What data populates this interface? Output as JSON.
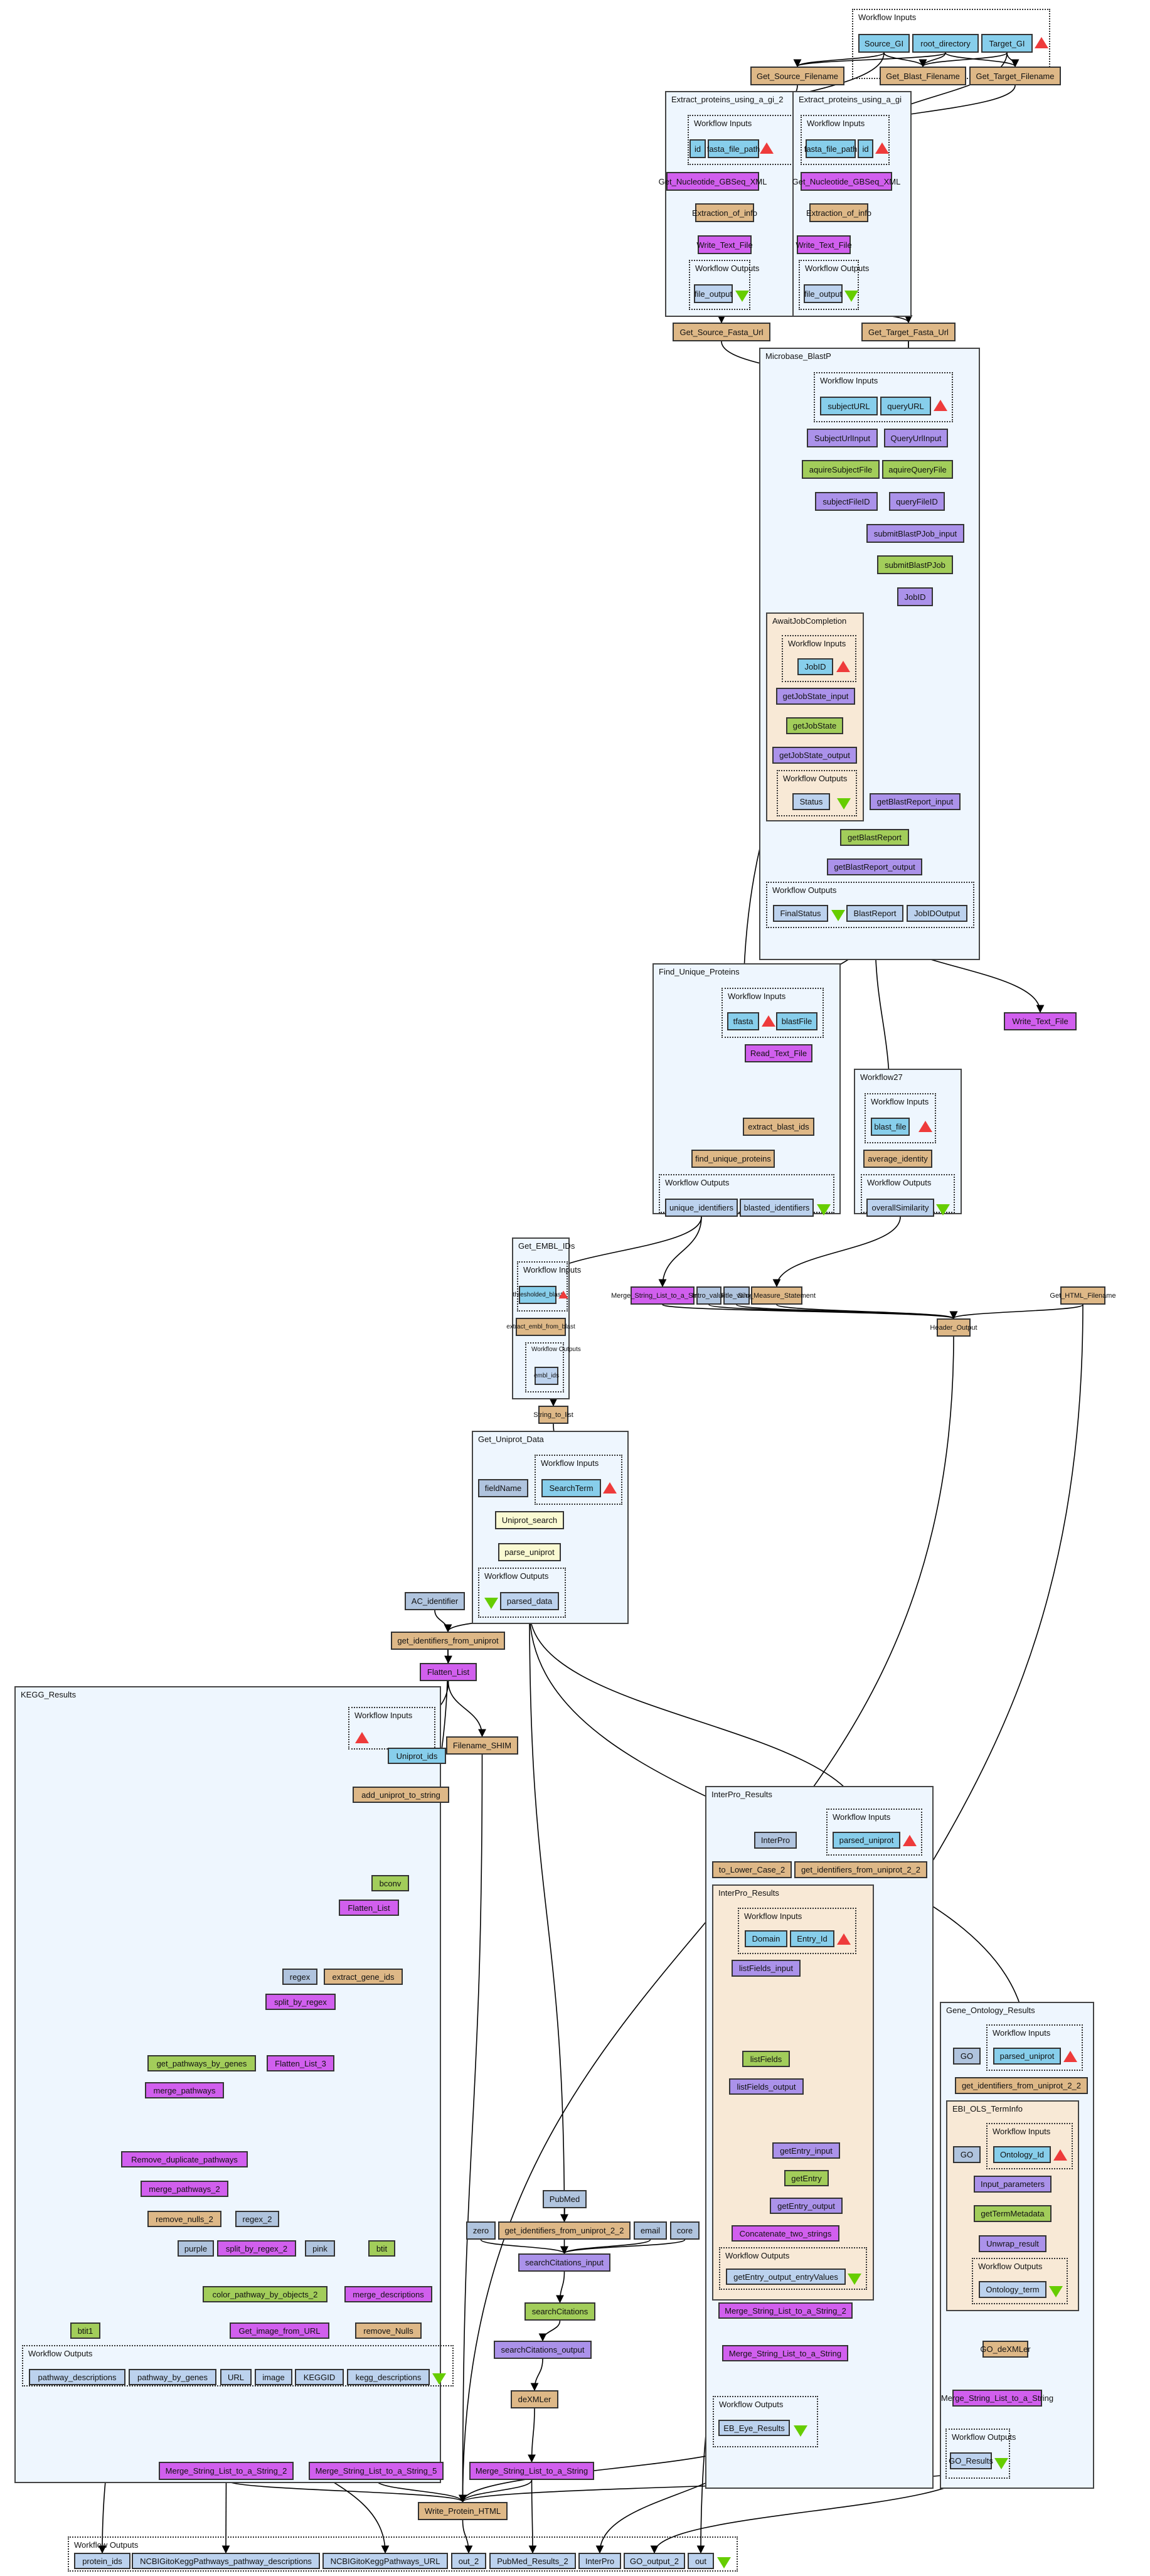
{
  "diagram": {
    "title": "Taverna workflow diagram",
    "labels": {
      "workflow_inputs": "Workflow Inputs",
      "workflow_outputs": "Workflow Outputs"
    },
    "colors": {
      "input_port": "#87ceeb",
      "output_port": "#bcd2ee",
      "constant": "#b0c4de",
      "beanshell": "#deb887",
      "local_worker": "#d15fee",
      "wsdl_service": "#a2cd5a",
      "xml_splitter": "#ab92ea",
      "soaplab": "#fafad2",
      "nested_workflow": "#eef6fe",
      "nested_subworkflow": "#f8e9d6",
      "input_marker": "#ee3b3b",
      "output_marker": "#66cd00"
    },
    "top_inputs": [
      "Source_GI",
      "root_directory",
      "Target_GI"
    ],
    "top_processors": [
      "Get_Source_Filename",
      "Get_Blast_Filename",
      "Get_Target_Filename"
    ],
    "clusters": {
      "extract2": {
        "title": "Extract_proteins_using_a_gi_2",
        "inputs": [
          "id",
          "fasta_file_path"
        ],
        "processors": [
          "Get_Nucleotide_GBSeq_XML",
          "Extraction_of_info",
          "Write_Text_File"
        ],
        "outputs": [
          "file_output"
        ]
      },
      "extract1": {
        "title": "Extract_proteins_using_a_gi",
        "inputs": [
          "fasta_file_path",
          "id"
        ],
        "processors": [
          "Get_Nucleotide_GBSeq_XML",
          "Extraction_of_info",
          "Write_Text_File"
        ],
        "outputs": [
          "file_output"
        ]
      },
      "blastp": {
        "title": "Microbase_BlastP",
        "inputs": [
          "subjectURL",
          "queryURL"
        ],
        "processors": [
          "SubjectUrlInput",
          "QueryUrlInput",
          "aquireSubjectFile",
          "aquireQueryFile",
          "subjectFileID",
          "queryFileID",
          "submitBlastPJob_input",
          "submitBlastPJob",
          "JobID",
          "getBlastReport_input",
          "getBlastReport",
          "getBlastReport_output"
        ],
        "outputs": [
          "FinalStatus",
          "BlastReport",
          "JobIDOutput"
        ],
        "await": {
          "title": "AwaitJobCompletion",
          "inputs": [
            "JobID"
          ],
          "processors": [
            "getJobState_input",
            "getJobState",
            "getJobState_output"
          ],
          "outputs": [
            "Status"
          ]
        }
      },
      "unique": {
        "title": "Find_Unique_Proteins",
        "inputs": [
          "tfasta",
          "blastFile"
        ],
        "processors": [
          "Read_Text_File",
          "extract_blast_ids",
          "find_unique_proteins"
        ],
        "outputs": [
          "unique_identifiers",
          "blasted_identifiers"
        ]
      },
      "wf27": {
        "title": "Workflow27",
        "inputs": [
          "blast_file"
        ],
        "processors": [
          "average_identity"
        ],
        "outputs": [
          "overallSimilarity"
        ]
      },
      "embl": {
        "title": "Get_EMBL_IDs",
        "inputs": [
          "thresholded_blast"
        ],
        "processors": [
          "extract_embl_from_blast"
        ],
        "outputs": [
          "embl_ids"
        ]
      },
      "uniprot": {
        "title": "Get_Uniprot_Data",
        "inputs": [
          "SearchTerm"
        ],
        "constants": [
          "fieldName"
        ],
        "processors": [
          "Uniprot_search",
          "parse_uniprot"
        ],
        "outputs": [
          "parsed_data"
        ]
      },
      "kegg": {
        "title": "KEGG_Results",
        "inputs": [
          "Uniprot_ids"
        ],
        "constants": [
          "regex",
          "regex_2",
          "purple",
          "pink"
        ],
        "processors": [
          "add_uniprot_to_string",
          "bconv",
          "Flatten_List",
          "extract_gene_ids",
          "split_by_regex",
          "get_pathways_by_genes",
          "Flatten_List_3",
          "merge_pathways",
          "Remove_duplicate_pathways",
          "merge_pathways_2",
          "remove_nulls_2",
          "split_by_regex_2",
          "btit",
          "color_pathway_by_objects_2",
          "merge_descriptions",
          "btit1",
          "Get_image_from_URL",
          "remove_Nulls"
        ],
        "outputs": [
          "pathway_descriptions",
          "pathway_by_genes",
          "URL",
          "image",
          "KEGGID",
          "kegg_descriptions"
        ]
      },
      "interpro": {
        "title": "InterPro_Results",
        "inputs": [
          "parsed_uniprot"
        ],
        "constants": [
          "InterPro"
        ],
        "processors": [
          "to_Lower_Case_2",
          "get_identifiers_from_uniprot_2_2",
          "Merge_String_List_to_a_String_2",
          "Merge_String_List_to_a_String"
        ],
        "outputs": [
          "EB_Eye_Results"
        ],
        "inner": {
          "title": "InterPro_Results",
          "inputs": [
            "Domain",
            "Entry_Id"
          ],
          "processors": [
            "listFields_input",
            "listFields",
            "listFields_output",
            "getEntry_input",
            "getEntry",
            "getEntry_output",
            "Concatenate_two_strings"
          ],
          "outputs": [
            "getEntry_output_entryValues"
          ]
        }
      },
      "go": {
        "title": "Gene_Ontology_Results",
        "inputs": [
          "parsed_uniprot"
        ],
        "constants": [
          "GO"
        ],
        "processors": [
          "get_identifiers_from_uniprot_2_2",
          "GO_deXMLer",
          "Merge_String_List_to_a_String"
        ],
        "outputs": [
          "GO_Results"
        ],
        "inner": {
          "title": "EBI_OLS_TermInfo",
          "inputs": [
            "Ontology_Id"
          ],
          "constants": [
            "GO"
          ],
          "processors": [
            "Input_parameters",
            "getTermMetadata",
            "Unwrap_result"
          ],
          "outputs": [
            "Ontology_term"
          ]
        }
      }
    },
    "free_nodes": {
      "Get_Source_Fasta_Url": "Get_Source_Fasta_Url",
      "Get_Target_Fasta_Url": "Get_Target_Fasta_Url",
      "Write_Text_File": "Write_Text_File",
      "Merge_String_List_to_a_String_3": "Merge_String_List_to_a_String_3",
      "Intro_value": "Intro_value",
      "Title_value": "Title_value",
      "Sim_Measure_Statement": "Sim_Measure_Statement",
      "Get_HTML_Filename": "Get_HTML_Filename",
      "Header_Output": "Header_Output",
      "String_to_list": "String_to_list",
      "AC_identifier": "AC_identifier",
      "get_identifiers_from_uniprot": "get_identifiers_from_uniprot",
      "Flatten_List": "Flatten_List",
      "Filename_SHIM": "Filename_SHIM",
      "PubMed": "PubMed",
      "zero": "zero",
      "get_identifiers_from_uniprot_2_2": "get_identifiers_from_uniprot_2_2",
      "email": "email",
      "core": "core",
      "searchCitations_input": "searchCitations_input",
      "searchCitations": "searchCitations",
      "searchCitations_output": "searchCitations_output",
      "deXMLer": "deXMLer",
      "Merge_String_List_to_a_String_2": "Merge_String_List_to_a_String_2",
      "Merge_String_List_to_a_String_5": "Merge_String_List_to_a_String_5",
      "Merge_String_List_to_a_String": "Merge_String_List_to_a_String",
      "Write_Protein_HTML": "Write_Protein_HTML"
    },
    "final_outputs": [
      "protein_ids",
      "NCBIGitoKeggPathways_pathway_descriptions",
      "NCBIGitoKeggPathways_URL",
      "out_2",
      "PubMed_Results_2",
      "InterPro",
      "GO_output_2",
      "out"
    ]
  }
}
